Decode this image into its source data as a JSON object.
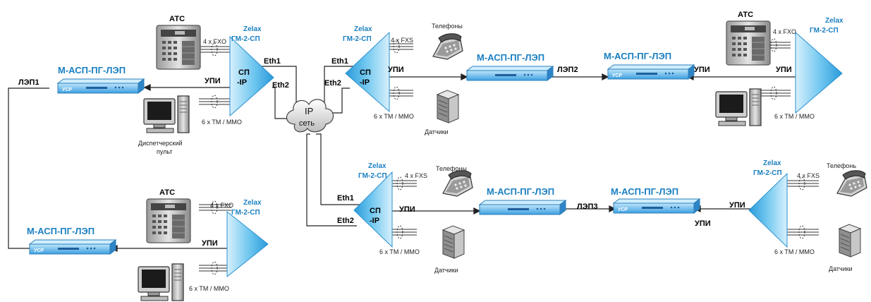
{
  "colors": {
    "accent": "#1a7fc1",
    "device": "#2b8fd6",
    "gateway": "#4fb6ea"
  },
  "labels": {
    "multiplexer": "М-АСП-ПГ-ЛЭП",
    "zelax": "Zelax",
    "gateway_model": "ГМ-2-СП",
    "sp_line1": "СП",
    "sp_line2": "-IP",
    "usr": "УСР",
    "upi": "УПИ",
    "ats": "АТС",
    "fxo": "4 x FXO",
    "fxs": "4 x FXS",
    "tm": "6 x TM / MMO",
    "phones": "Телефоны",
    "phones_cut": "Телефонь",
    "sensors": "Датчики",
    "dispatcher_line1": "Диспетчерский",
    "dispatcher_line2": "пульт",
    "eth1": "Eth1",
    "eth2": "Eth2",
    "ip_line1": "IP",
    "ip_line2": "сеть",
    "lep1": "ЛЭП1",
    "lep2": "ЛЭП2",
    "lep3": "ЛЭП3"
  },
  "icons": [
    "pbx-icon",
    "phone-icon",
    "server-icon",
    "workstation-icon",
    "cloud-icon",
    "gateway-icon",
    "modem-icon"
  ]
}
